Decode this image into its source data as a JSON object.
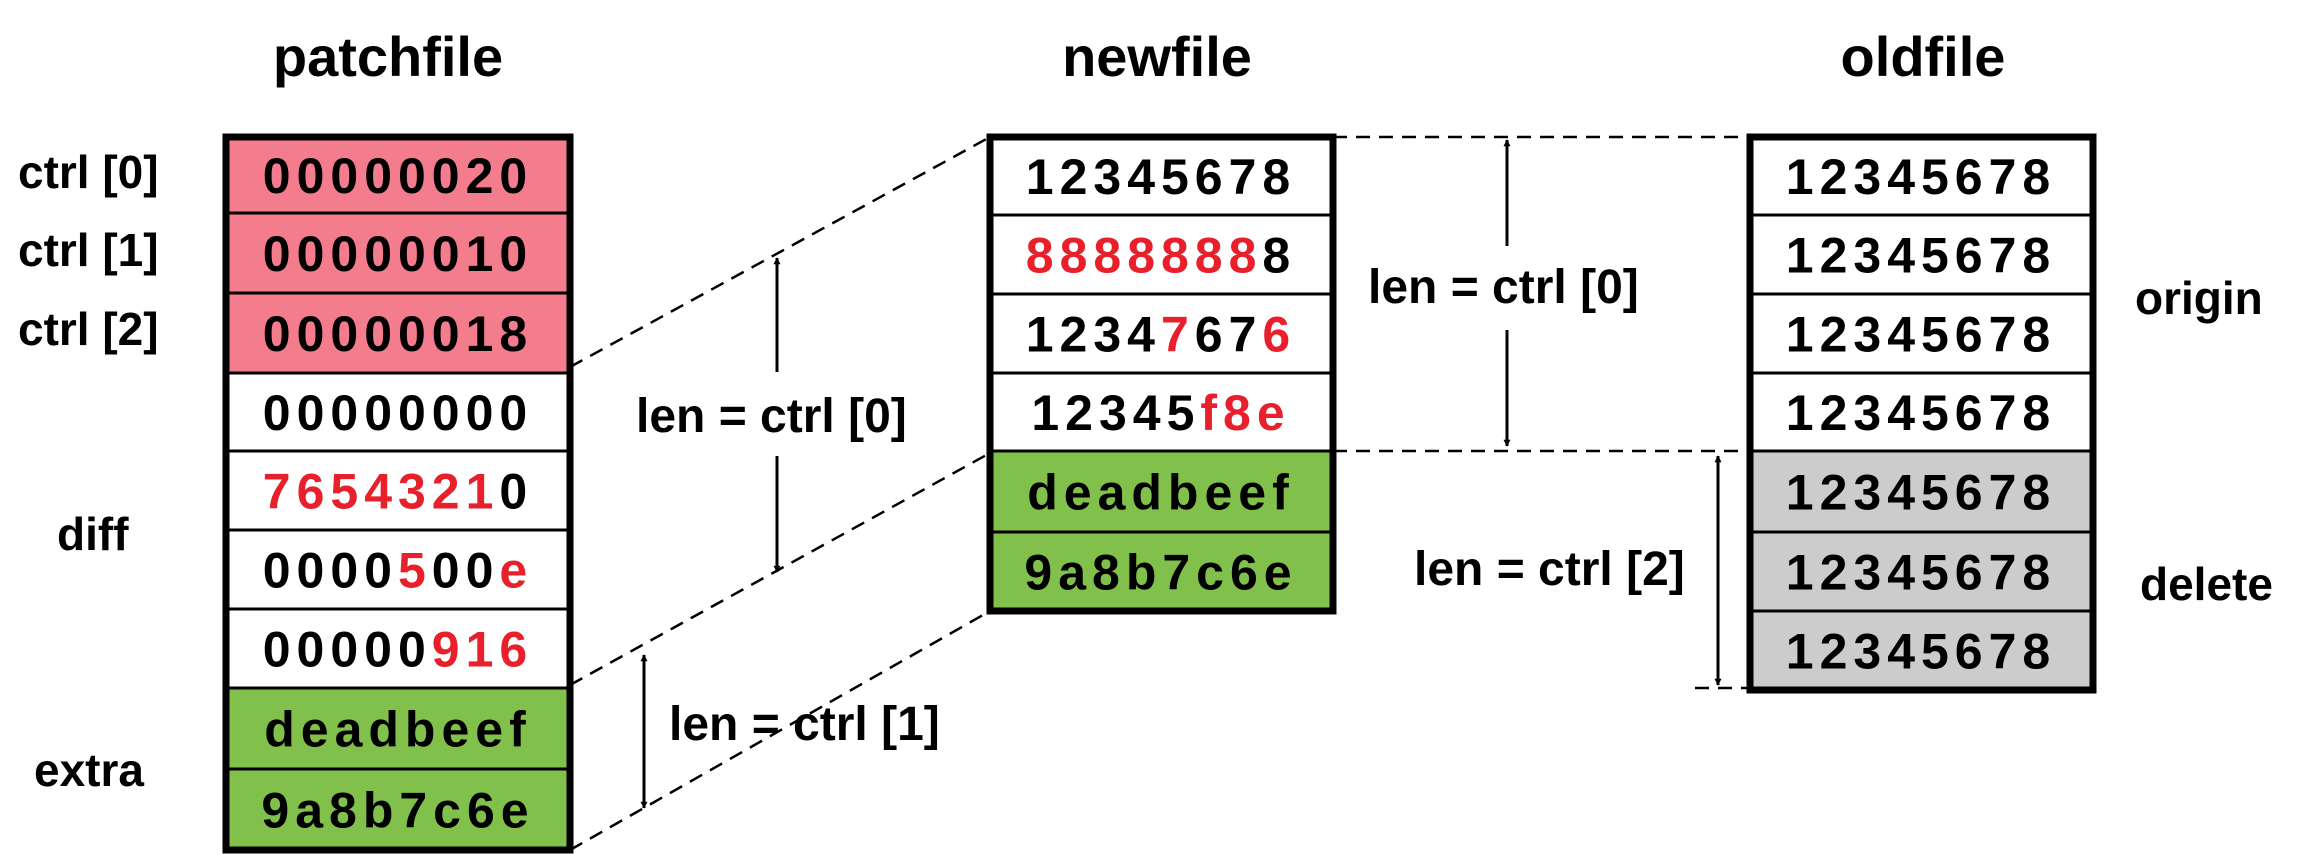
{
  "titles": {
    "patchfile": "patchfile",
    "newfile": "newfile",
    "oldfile": "oldfile"
  },
  "colors": {
    "ctrl": "#f37c8d",
    "extra": "#80c04b",
    "deleted": "#cccccc",
    "plain": "#ffffff",
    "highlight": "#e8202b",
    "border": "#000000"
  },
  "patchfile": {
    "side_labels": {
      "ctrl0": "ctrl [0]",
      "ctrl1": "ctrl [1]",
      "ctrl2": "ctrl [2]",
      "diff": "diff",
      "extra": "extra"
    },
    "cells": [
      {
        "kind": "ctrl",
        "parts": [
          [
            "00000020",
            false
          ]
        ]
      },
      {
        "kind": "ctrl",
        "parts": [
          [
            "00000010",
            false
          ]
        ]
      },
      {
        "kind": "ctrl",
        "parts": [
          [
            "00000018",
            false
          ]
        ]
      },
      {
        "kind": "plain",
        "parts": [
          [
            "00000000",
            false
          ]
        ]
      },
      {
        "kind": "plain",
        "parts": [
          [
            "7654321",
            true
          ],
          [
            "0",
            false
          ]
        ]
      },
      {
        "kind": "plain",
        "parts": [
          [
            "0000",
            false
          ],
          [
            "5",
            true
          ],
          [
            "00",
            false
          ],
          [
            "e",
            true
          ]
        ]
      },
      {
        "kind": "plain",
        "parts": [
          [
            "00000",
            false
          ],
          [
            "916",
            true
          ]
        ]
      },
      {
        "kind": "extra",
        "parts": [
          [
            "deadbeef",
            false
          ]
        ]
      },
      {
        "kind": "extra",
        "parts": [
          [
            "9a8b7c6e",
            false
          ]
        ]
      }
    ]
  },
  "newfile": {
    "cells": [
      {
        "kind": "plain",
        "parts": [
          [
            "12345678",
            false
          ]
        ]
      },
      {
        "kind": "plain",
        "parts": [
          [
            "8888888",
            true
          ],
          [
            "8",
            false
          ]
        ]
      },
      {
        "kind": "plain",
        "parts": [
          [
            "1234",
            false
          ],
          [
            "7",
            true
          ],
          [
            "67",
            false
          ],
          [
            "6",
            true
          ]
        ]
      },
      {
        "kind": "plain",
        "parts": [
          [
            "12345",
            false
          ],
          [
            "f8e",
            true
          ]
        ]
      },
      {
        "kind": "extra",
        "parts": [
          [
            "deadbeef",
            false
          ]
        ]
      },
      {
        "kind": "extra",
        "parts": [
          [
            "9a8b7c6e",
            false
          ]
        ]
      }
    ]
  },
  "oldfile": {
    "side_labels": {
      "origin": "origin",
      "delete": "delete"
    },
    "cells": [
      {
        "kind": "plain",
        "parts": [
          [
            "12345678",
            false
          ]
        ]
      },
      {
        "kind": "plain",
        "parts": [
          [
            "12345678",
            false
          ]
        ]
      },
      {
        "kind": "plain",
        "parts": [
          [
            "12345678",
            false
          ]
        ]
      },
      {
        "kind": "plain",
        "parts": [
          [
            "12345678",
            false
          ]
        ]
      },
      {
        "kind": "deleted",
        "parts": [
          [
            "12345678",
            false
          ]
        ]
      },
      {
        "kind": "deleted",
        "parts": [
          [
            "12345678",
            false
          ]
        ]
      },
      {
        "kind": "deleted",
        "parts": [
          [
            "12345678",
            false
          ]
        ]
      }
    ]
  },
  "len_labels": {
    "diff_len": "len = ctrl [0]",
    "extra_len": "len = ctrl [1]",
    "origin_len": "len = ctrl [0]",
    "delete_len": "len = ctrl [2]"
  }
}
